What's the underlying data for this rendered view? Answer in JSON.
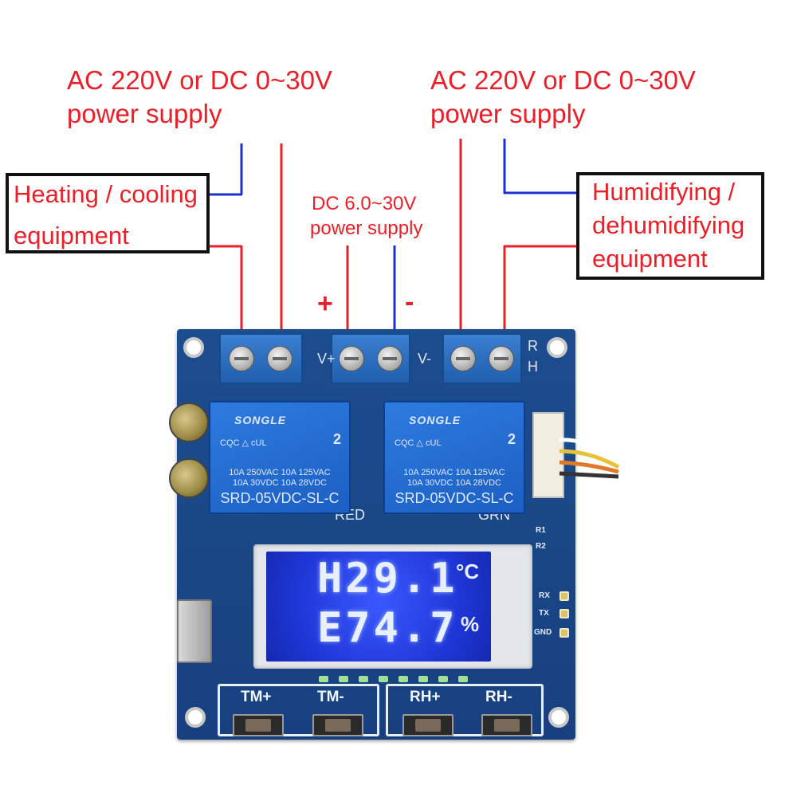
{
  "labels": {
    "left_supply_line1": "AC 220V or DC 0~30V",
    "left_supply_line2": "power supply",
    "right_supply_line1": "AC 220V or DC 0~30V",
    "right_supply_line2": "power supply",
    "dc_supply_line1": "DC 6.0~30V",
    "dc_supply_line2": "power supply",
    "plus": "+",
    "minus": "-",
    "left_box_line1": "Heating / cooling",
    "left_box_line2": "equipment",
    "right_box_line1": "Humidifying /",
    "right_box_line2": "dehumidifying",
    "right_box_line3": "equipment"
  },
  "board": {
    "relays": [
      {
        "brand": "SONGLE",
        "certs": "CQC △ cUL",
        "num": "2",
        "spec1": "10A 250VAC  10A 125VAC",
        "spec2": "10A  30VDC  10A  28VDC",
        "model": "SRD-05VDC-SL-C"
      },
      {
        "brand": "SONGLE",
        "certs": "CQC △ cUL",
        "num": "2",
        "spec1": "10A 250VAC  10A 125VAC",
        "spec2": "10A  30VDC  10A  28VDC",
        "model": "SRD-05VDC-SL-C"
      }
    ],
    "silk": {
      "v_plus": "V+",
      "v_minus": "V-",
      "rh_r": "R",
      "rh_h": "H",
      "red": "RED",
      "grn": "GRN",
      "r1": "R1",
      "r2": "R2",
      "rx": "RX",
      "tx": "TX",
      "gnd": "GND"
    },
    "lcd": {
      "line1": "H29.1",
      "unit1": "°C",
      "line2": "E74.7",
      "unit2": "%"
    },
    "buttons": [
      "TM+",
      "TM-",
      "RH+",
      "RH-"
    ]
  },
  "colors": {
    "supply_wire": "#e8202a",
    "neutral_wire": "#1b2fd6",
    "board": "#1c4d8f",
    "lcd": "#2a45f0"
  }
}
